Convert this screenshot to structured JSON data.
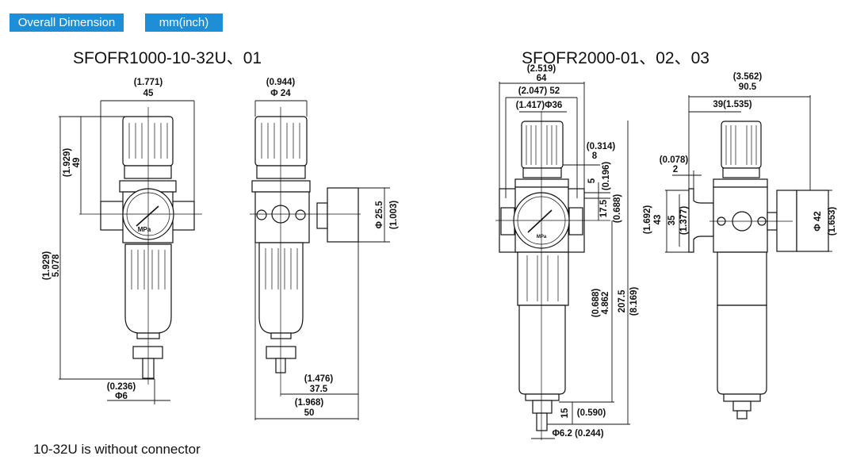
{
  "header": {
    "section_label": "Overall Dimension",
    "unit_label": "mm(inch)"
  },
  "models": [
    {
      "title": "SFOFR1000-10-32U、01"
    },
    {
      "title": "SFOFR2000-01、02、03"
    }
  ],
  "dims_1000": {
    "width_in": "(1.771)",
    "width_mm": "45",
    "knob_in": "(0.944)",
    "knob_mm": "Φ 24",
    "upper_in": "(1.929)",
    "upper_mm": "49",
    "total_in": "(1.929)",
    "total_mm": "5.078",
    "gauge_mm": "Φ 25.5",
    "gauge_in": "(1.003)",
    "port_in": "(0.236)",
    "port_mm": "Φ6",
    "depth_in": "(1.476)",
    "depth_mm": "37.5",
    "overall_depth_in": "(1.968)",
    "overall_depth_mm": "50",
    "gauge_unit": "MPa"
  },
  "dims_2000": {
    "width_in": "(2.519)",
    "width_mm": "64",
    "plate": "(2.047) 52",
    "knob": "(1.417)Φ36",
    "offset_in": "(0.314)",
    "offset_mm": "8",
    "gap_mm": "5",
    "gap_in": "(0.196)",
    "center_mm": "17.5",
    "center_in": "(0.688)",
    "lower_in": "(0.688)",
    "lower_mm": "4.862",
    "total_mm": "207.5",
    "total_in": "(8.169)",
    "drain_mm": "15",
    "drain_in": "(0.590)",
    "port": "Φ6.2 (0.244)",
    "depth_in": "(3.562)",
    "depth_mm": "90.5",
    "bracket_depth": "39(1.535)",
    "bracket_thk_in": "(0.078)",
    "bracket_thk_mm": "2",
    "bracket_h_in": "(1.692)",
    "bracket_h_mm": "43",
    "hole_mm": "35",
    "hole_in": "(1.377)",
    "gauge_mm": "Φ 42",
    "gauge_in": "(1.653)",
    "gauge_unit": "MPa"
  },
  "note": "10-32U is without connector"
}
